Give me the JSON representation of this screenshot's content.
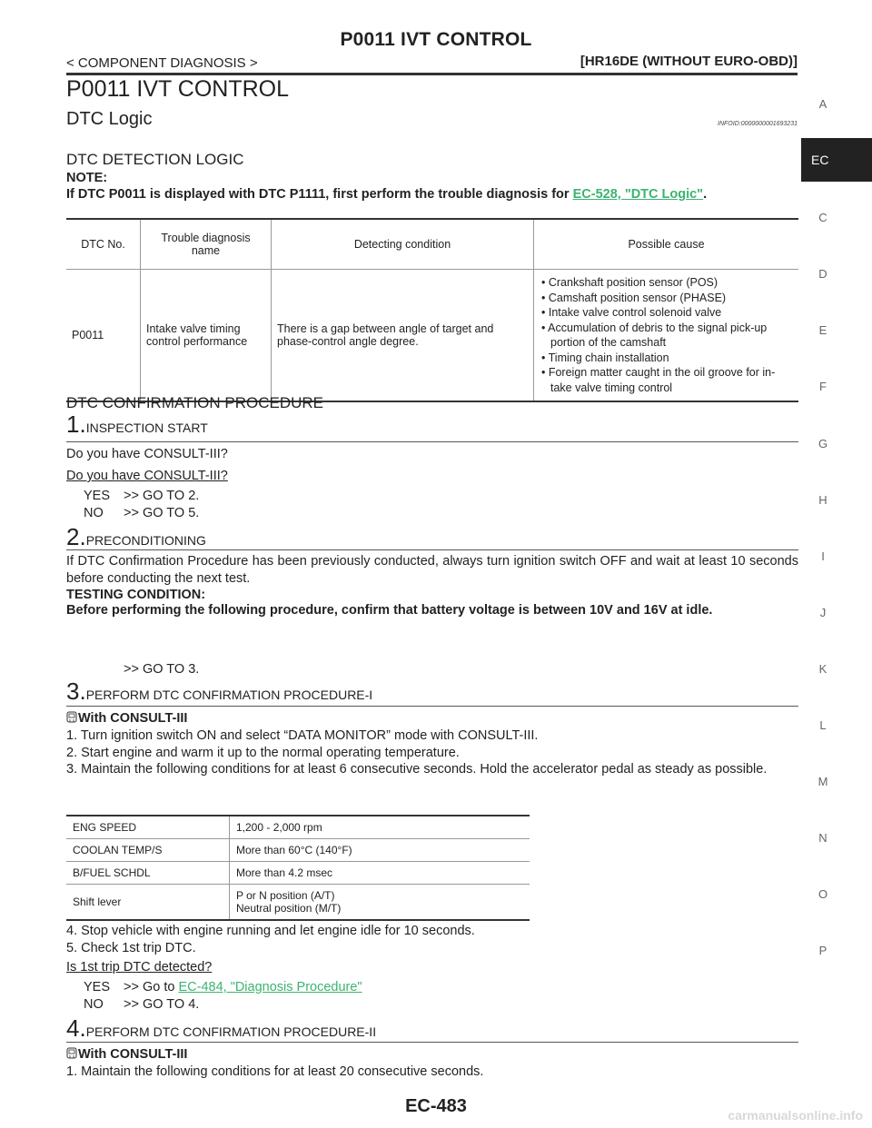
{
  "header": {
    "title": "P0011 IVT CONTROL",
    "section": "< COMPONENT DIAGNOSIS >",
    "engine": "[HR16DE (WITHOUT EURO-OBD)]"
  },
  "page_title": "P0011 IVT CONTROL",
  "dtc_logic": {
    "heading": "DTC Logic",
    "infoid": "INFOID:0000000001693231",
    "detection_heading": "DTC DETECTION LOGIC",
    "note_label": "NOTE:",
    "note_text": "If DTC P0011 is displayed with DTC P1111, first perform the trouble diagnosis for ",
    "note_link": "EC-528, \"DTC Logic\"",
    "note_end": "."
  },
  "dtc_table": {
    "headers": [
      "DTC No.",
      "Trouble diagnosis name",
      "Detecting condition",
      "Possible cause"
    ],
    "row": {
      "dtc": "P0011",
      "name": "Intake valve timing control performance",
      "condition": "There is a gap between angle of target and phase-control angle degree.",
      "causes": [
        "• Crankshaft position sensor (POS)",
        "• Camshaft position sensor (PHASE)",
        "• Intake valve control solenoid valve",
        "• Accumulation of debris to the signal pick-up portion of the camshaft",
        "• Timing chain installation",
        "• Foreign matter caught in the oil groove for in-take valve timing control"
      ]
    }
  },
  "confirmation_heading": "DTC CONFIRMATION PROCEDURE",
  "step1": {
    "num": "1.",
    "title": "INSPECTION START",
    "line1": "Do you have CONSULT-III?",
    "question": "Do you have CONSULT-III?",
    "yes_label": "YES",
    "yes_text": ">> GO TO 2.",
    "no_label": "NO",
    "no_text": ">> GO TO 5."
  },
  "step2": {
    "num": "2.",
    "title": "PRECONDITIONING",
    "text": "If DTC Confirmation Procedure has been previously conducted, always turn ignition switch OFF and wait at least 10 seconds before conducting the next test.",
    "testing_label": "TESTING CONDITION:",
    "testing_text": "Before performing the following procedure, confirm that battery voltage is between 10V and 16V at idle.",
    "goto": ">> GO TO 3."
  },
  "step3": {
    "num": "3.",
    "title": "PERFORM DTC CONFIRMATION PROCEDURE-I",
    "consult": "With CONSULT-III",
    "items": [
      "1.  Turn ignition switch ON and select “DATA MONITOR” mode with CONSULT-III.",
      "2.  Start engine and warm it up to the normal operating temperature.",
      "3.  Maintain the following conditions for at least 6 consecutive seconds. Hold the accelerator pedal as steady as possible."
    ],
    "conditions": [
      {
        "item": "ENG SPEED",
        "value": "1,200 - 2,000 rpm"
      },
      {
        "item": "COOLAN TEMP/S",
        "value": "More than 60°C (140°F)"
      },
      {
        "item": "B/FUEL SCHDL",
        "value": "More than 4.2 msec"
      },
      {
        "item": "Shift lever",
        "value": "P or N position (A/T)",
        "value2": "Neutral position (M/T)"
      }
    ],
    "item4": "4.  Stop vehicle with engine running and let engine idle for 10 seconds.",
    "item5": "5.  Check 1st trip DTC.",
    "question": "Is 1st trip DTC detected?",
    "yes_label": "YES",
    "yes_text": ">> Go to ",
    "yes_link": "EC-484, \"Diagnosis Procedure\"",
    "no_label": "NO",
    "no_text": ">> GO TO 4."
  },
  "step4": {
    "num": "4.",
    "title": "PERFORM DTC CONFIRMATION PROCEDURE-II",
    "consult": "With CONSULT-III",
    "item1": "1.  Maintain the following conditions for at least 20 consecutive seconds."
  },
  "side_tabs": [
    "A",
    "EC",
    "C",
    "D",
    "E",
    "F",
    "G",
    "H",
    "I",
    "J",
    "K",
    "L",
    "M",
    "N",
    "O",
    "P"
  ],
  "active_tab": "EC",
  "footer": "EC-483",
  "watermark": "carmanualsonline.info",
  "colors": {
    "link": "#3cb371",
    "rule": "#333333",
    "active_tab_bg": "#222222"
  }
}
